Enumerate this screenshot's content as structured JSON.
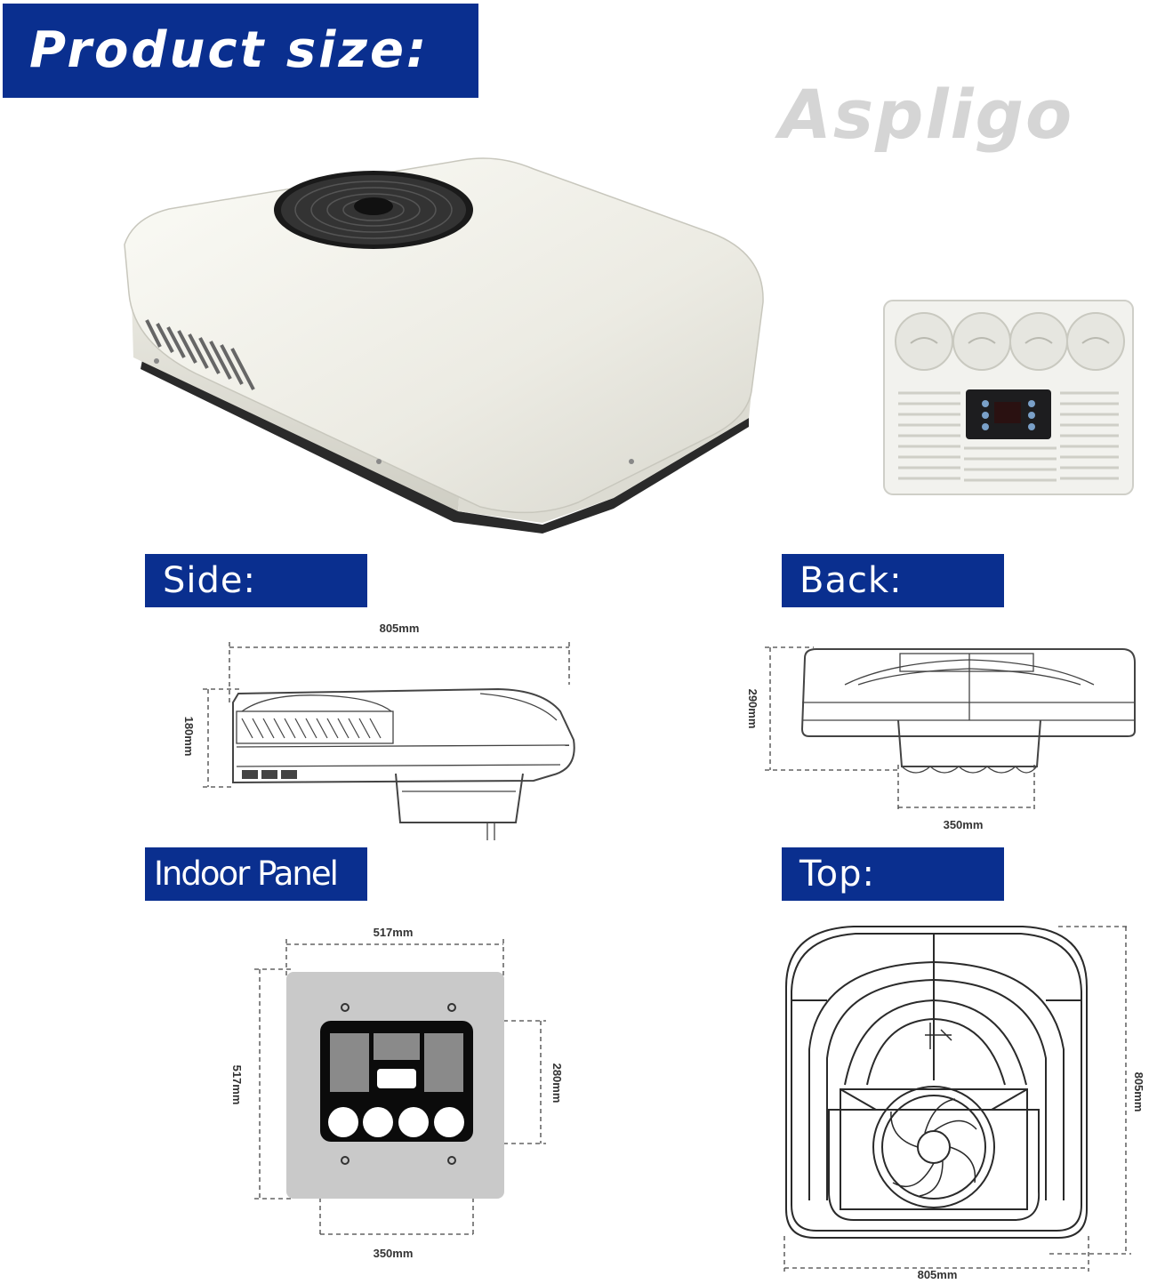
{
  "header": {
    "title": "Product size:"
  },
  "brand": {
    "name": "Aspligo"
  },
  "colors": {
    "navy": "#0a2f8f",
    "panel_gray": "#c9c9c9",
    "unit_white": "#f1f0ea"
  },
  "sections": {
    "side": {
      "label": "Side:",
      "width": "805mm",
      "height": "180mm"
    },
    "back": {
      "label": "Back:",
      "height": "290mm",
      "width": "350mm"
    },
    "indoor": {
      "label": "Indoor Panel",
      "width": "517mm",
      "height": "517mm",
      "inner_height": "280mm",
      "inner_width": "350mm"
    },
    "top": {
      "label": "Top:",
      "width": "805mm",
      "height": "805mm"
    }
  }
}
